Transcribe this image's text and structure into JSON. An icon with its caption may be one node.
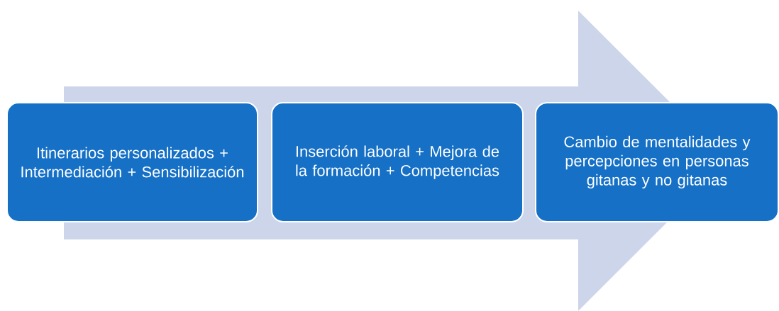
{
  "diagram": {
    "nodes": [
      {
        "text": [
          "Itinerarios personalizados + Intermediación + Sensibilización"
        ]
      },
      {
        "text": [
          "Inserción laboral + Mejora de la formación + Competencias"
        ]
      },
      {
        "text": [
          "Cambio de mentalidades y percepciones en personas gitanas y no gitanas"
        ]
      }
    ],
    "edges": [
      {
        "from": 0,
        "to": 2,
        "arrow": "to"
      }
    ]
  }
}
